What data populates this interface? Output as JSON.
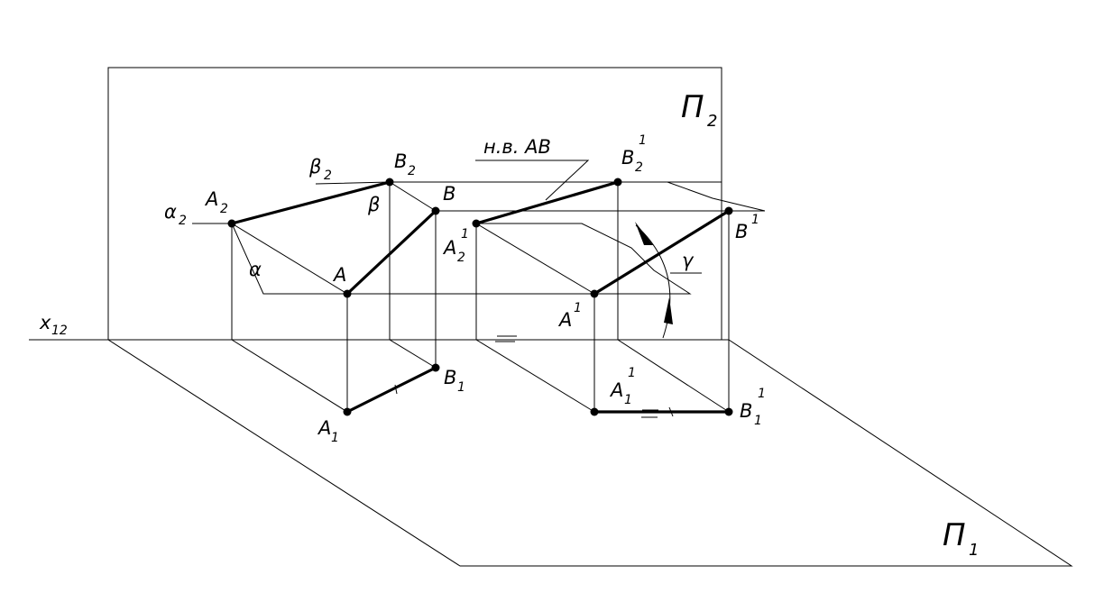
{
  "planes": {
    "frontal": "П",
    "frontal_sub": "2",
    "horizontal": "П",
    "horizontal_sub": "1"
  },
  "axis": {
    "main": "x",
    "sub": "12"
  },
  "labels": {
    "A2": "A",
    "A2_sub": "2",
    "B2": "B",
    "B2_sub": "2",
    "A": "A",
    "B": "B",
    "A1": "A",
    "A1_sub": "1",
    "B1": "B",
    "B1_sub": "1",
    "A2p": "A",
    "A2p_sub": "2",
    "A2p_sup": "1",
    "B2p": "B",
    "B2p_sub": "2",
    "B2p_sup": "1",
    "Ap": "A",
    "Ap_sup": "1",
    "Bp": "B",
    "Bp_sup": "1",
    "A1p": "A",
    "A1p_sub": "1",
    "A1p_sup": "1",
    "B1p": "B",
    "B1p_sub": "1",
    "B1p_sup": "1",
    "alpha2": "α",
    "alpha2_sub": "2",
    "beta2": "β",
    "beta2_sub": "2",
    "alpha": "α",
    "beta": "β",
    "gamma": "γ",
    "true_length": "н.в. AB"
  }
}
